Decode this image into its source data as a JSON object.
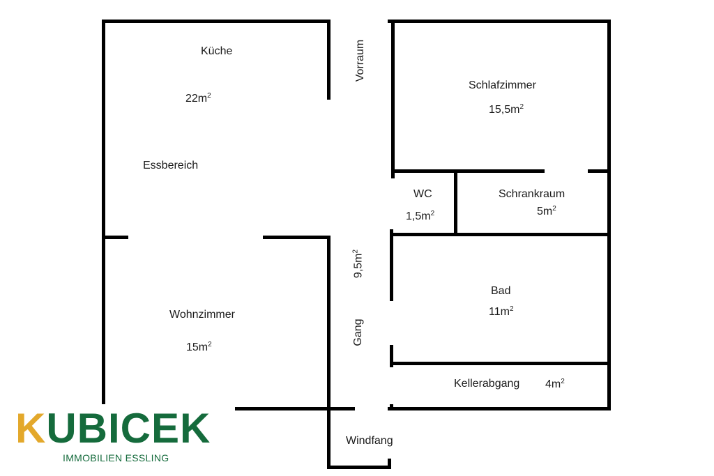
{
  "rooms": {
    "kueche": {
      "name": "Küche",
      "area_value": "22m",
      "area_unit_exp": "2"
    },
    "essbereich": {
      "name": "Essbereich"
    },
    "vorraum": {
      "name": "Vorraum"
    },
    "schlafzimmer": {
      "name": "Schlafzimmer",
      "area_value": "15,5m",
      "area_unit_exp": "2"
    },
    "wc": {
      "name": "WC",
      "area_value": "1,5m",
      "area_unit_exp": "2"
    },
    "schrankraum": {
      "name": "Schrankraum",
      "area_value": "5m",
      "area_unit_exp": "2"
    },
    "gang": {
      "name": "Gang",
      "area_value": "9,5m",
      "area_unit_exp": "2"
    },
    "bad": {
      "name": "Bad",
      "area_value": "11m",
      "area_unit_exp": "2"
    },
    "wohnzimmer": {
      "name": "Wohnzimmer",
      "area_value": "15m",
      "area_unit_exp": "2"
    },
    "kellerabgang": {
      "name": "Kellerabgang",
      "area_value": "4m",
      "area_unit_exp": "2"
    },
    "windfang": {
      "name": "Windfang"
    }
  },
  "logo": {
    "first_letter": "K",
    "rest": "UBICEK",
    "subtitle": "IMMOBILIEN ESSLING",
    "colors": {
      "green": "#156b3c",
      "gold": "#e3a82b"
    }
  }
}
